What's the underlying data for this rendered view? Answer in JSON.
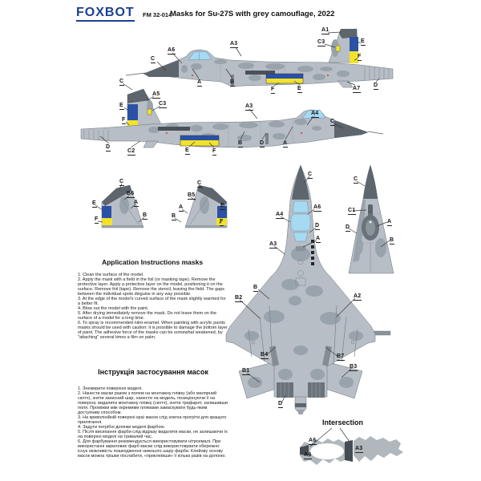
{
  "header": {
    "logo": "FOXBOT",
    "part_number": "FM 32-014",
    "title": "Masks for Su-27S with grey camouflage, 2022"
  },
  "colors": {
    "brand_blue": "#1c3f94",
    "airframe_light": "#b7bec5",
    "airframe_mid": "#99a3ab",
    "airframe_dark": "#5d656d",
    "canopy_blue": "#a6daf3",
    "flag_blue": "#2b51a6",
    "flag_yellow": "#f2e32a",
    "marker_red": "#d43a2a"
  },
  "views": {
    "side_left": {
      "labels": [
        "C",
        "A6",
        "A3",
        "A1",
        "C3",
        "E",
        "F",
        "A",
        "B",
        "F",
        "E",
        "A7",
        "D"
      ]
    },
    "side_right": {
      "labels": [
        "C",
        "E",
        "A5",
        "C3",
        "F",
        "A3",
        "A4",
        "C",
        "D",
        "C2",
        "E",
        "F",
        "B",
        "D",
        "A"
      ]
    },
    "fin_left": {
      "labels": [
        "C",
        "B6",
        "A",
        "B",
        "E",
        "F"
      ]
    },
    "fin_right": {
      "labels": [
        "C",
        "B5",
        "A",
        "E",
        "B",
        "F"
      ]
    },
    "top_view": {
      "labels": [
        "C",
        "A6",
        "A4",
        "D",
        "A",
        "A3",
        "B",
        "B2",
        "A2",
        "B4",
        "B7",
        "B1",
        "B3",
        "D"
      ]
    },
    "bottom_view": {
      "labels": [
        "C",
        "C1",
        "A",
        "D",
        "B"
      ]
    },
    "intersection": {
      "title": "Intersection",
      "labels": [
        "A6",
        "A4",
        "A3"
      ]
    }
  },
  "instructions_en": {
    "heading": "Application Instructions masks",
    "steps": [
      "1. Clean the surface of the model.",
      "2. Apply the mask with a field in the foil (or masking tape). Remove the protective layer. Apply a protective layer on the model, positioning it on the surface. Remove foil (tape). Remove the stencil, leaving the field. The gaps between the individual spots disguise in any way possible.",
      "3. At the edge of the model's curved surface of the mask slightly warmed for a better fit.",
      "4. Blow out the model with the paint.",
      "5. After drying immediately remove the mask. Do not leave them on the surface of a model for a long time.",
      "6. To spray is recommended nitro-enamel. When painting with acrylic paints masks should be used with caution: it is possible to damage the bottom layer of paint. The adhesive force of the masks can be somewhat weakened, by \"attaching\" several times a film on palm."
    ]
  },
  "instructions_ua": {
    "heading": "Інструкція застосування масок",
    "steps": [
      "1. Знежирити поверхню моделі.",
      "2. Нанести маски разом з полем на монтажну плівку (або малярний скотч), зняти захисний шар, нанести на модель, позиціонуючи її на поверхні, видалити монтажну плівку (скотч), зняти трафарет, залишивши поля. Проміжки між окремими плямами замаскувати будь-яким доступним способом.",
      "3. На криволінійній поверхні краї маски слід злегка прогріти для кращого прилягання.",
      "4. Задути потрібні ділянки моделі фарбою.",
      "5. Після висихання фарби слід відразу видалити маски, не залишаючи їх на поверхні моделі на тривалий час.",
      "6. Для фарбування рекомендується використовувати нітроемалі. При використанні акрилових фарб маски слід використовувати обережно: існує можливість пошкодження нижнього шару фарби. Клейову основу масок можна трішки послабити, «приклеївши» її кілька разів на долоню."
    ]
  }
}
